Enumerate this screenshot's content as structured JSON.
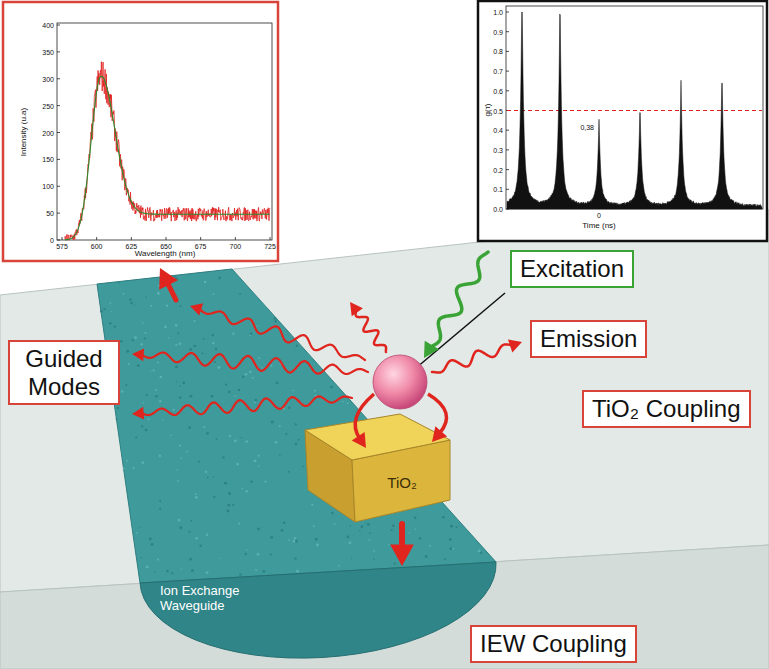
{
  "diagram": {
    "nodes": [
      {
        "text": [
          "Excitation"
        ]
      },
      {
        "text": [
          "Emission"
        ]
      },
      {
        "text": [
          "Guided Modes"
        ]
      },
      {
        "text": [
          "TiO₂ Coupling"
        ]
      },
      {
        "text": [
          "IEW Coupling"
        ]
      }
    ],
    "labels": [
      "400",
      "350",
      "300",
      "250",
      "200",
      "150",
      "100",
      "50",
      "0",
      "575",
      "600",
      "625",
      "650",
      "675",
      "700",
      "725",
      "Wavelength (nm)",
      "Intensity (u.a)",
      "1.0",
      "0.9",
      "0.8",
      "0.7",
      "0.6",
      "0.5",
      "0.4",
      "0.3",
      "0.2",
      "0.1",
      "0.0",
      "0,38",
      "0",
      "Time (ns)",
      "g(τ)",
      "TiO₂",
      "Ion Exchange Waveguide"
    ]
  }
}
